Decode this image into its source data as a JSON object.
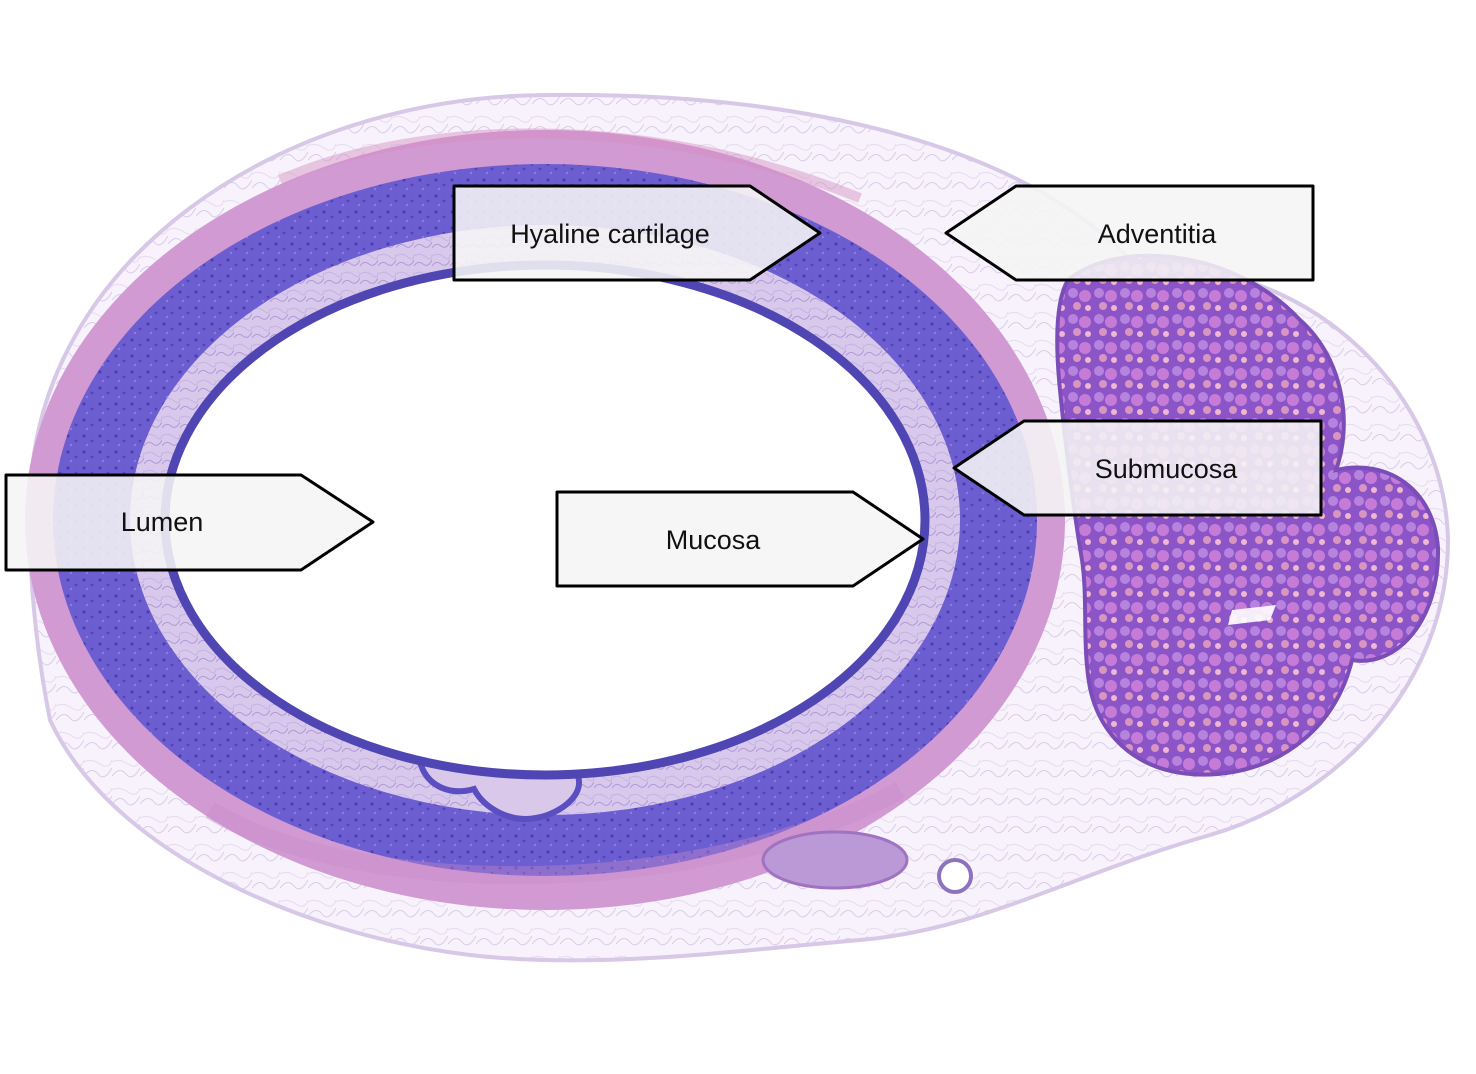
{
  "figure": {
    "labels": {
      "hyaline_cartilage": "Hyaline cartilage",
      "adventitia": "Adventitia",
      "submucosa": "Submucosa",
      "lumen": "Lumen",
      "mucosa": "Mucosa"
    },
    "colors": {
      "background": "#ffffff",
      "cartilage": "#5b4fc0",
      "cartilage_light": "#8a79d4",
      "perichondrium": "#c88fd0",
      "submucosa": "#d8c6ea",
      "epithelium": "#4f45b3",
      "adventitia": "#efe7f6",
      "gland_base": "#8c58c8",
      "gland_accent": "#c86aa8",
      "callout_fill": "#f5f5f5",
      "callout_stroke": "#000000"
    }
  }
}
